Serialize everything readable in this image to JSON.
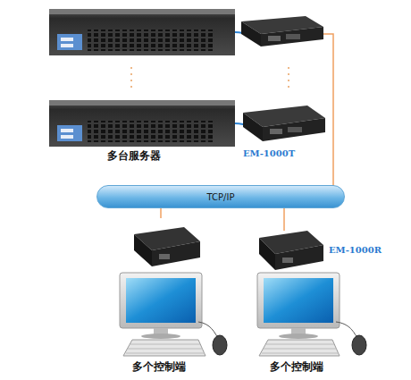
{
  "diagram": {
    "nodes": [
      {
        "text": [
          "TCP/IP"
        ]
      }
    ],
    "labels": [
      "多台服务器",
      "EM-1000T",
      "EM-1000R",
      "多个控制端",
      "多个控制端"
    ]
  }
}
